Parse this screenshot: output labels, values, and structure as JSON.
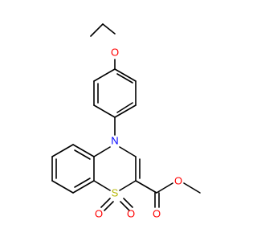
{
  "molecule": {
    "atoms": {
      "ether_oxygen": {
        "symbol": "O",
        "color": "#ff0000"
      },
      "nitrogen": {
        "symbol": "N",
        "color": "#0000ff"
      },
      "sulfur": {
        "symbol": "S",
        "color": "#b5b500"
      },
      "sulfonyl_oxygen_left": {
        "symbol": "O",
        "color": "#ff0000"
      },
      "sulfonyl_oxygen_right": {
        "symbol": "O",
        "color": "#ff0000"
      },
      "ester_carbonyl_oxygen": {
        "symbol": "O",
        "color": "#ff0000"
      },
      "ester_alkoxy_oxygen": {
        "symbol": "O",
        "color": "#ff0000"
      }
    }
  }
}
